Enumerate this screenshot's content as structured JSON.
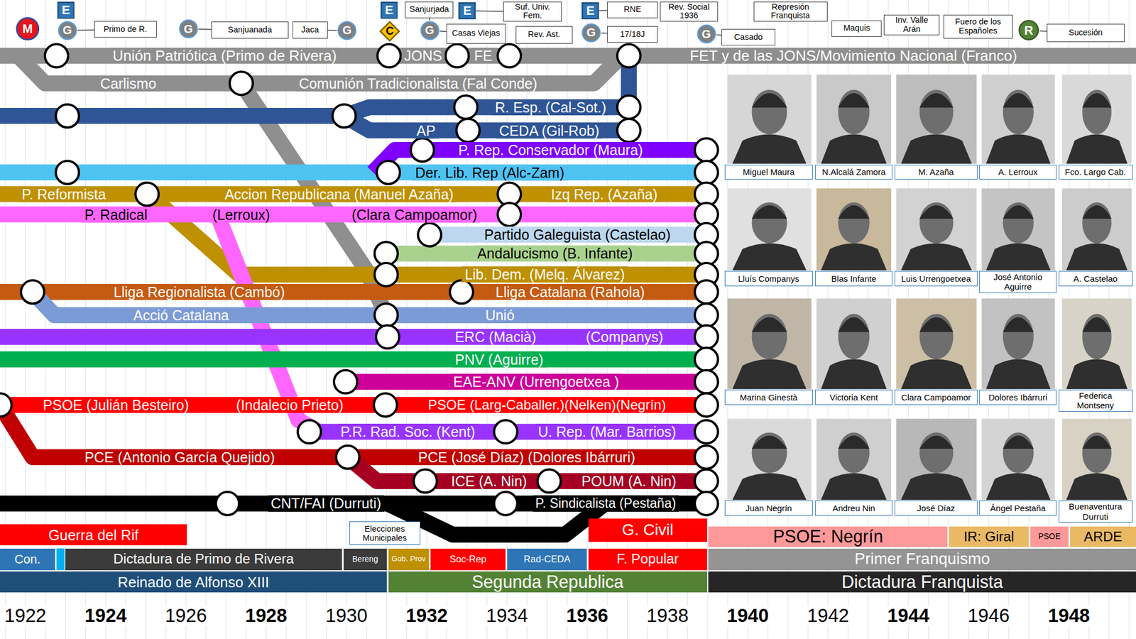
{
  "diagram": {
    "nodes": [
      {
        "text": [
          "M"
        ]
      },
      {
        "text": [
          "E"
        ]
      },
      {
        "text": [
          "G"
        ]
      },
      {
        "text": [
          "Primo de R."
        ]
      },
      {
        "text": [
          "G"
        ]
      },
      {
        "text": [
          "Sanjuanada"
        ]
      },
      {
        "text": [
          "Jaca"
        ]
      },
      {
        "text": [
          "G"
        ]
      },
      {
        "text": [
          "E"
        ]
      },
      {
        "text": [
          "C"
        ]
      },
      {
        "text": [
          "Sanjurjada"
        ]
      },
      {
        "text": [
          "G"
        ]
      },
      {
        "text": [
          "E"
        ]
      },
      {
        "text": [
          "Suf. Univ. Fem."
        ]
      },
      {
        "text": [
          "Casas Viejas"
        ]
      },
      {
        "text": [
          "Rev. Ast."
        ]
      },
      {
        "text": [
          "E"
        ]
      },
      {
        "text": [
          "G"
        ]
      },
      {
        "text": [
          "RNE"
        ]
      },
      {
        "text": [
          "17/18J"
        ]
      },
      {
        "text": [
          "Rev. Social 1936"
        ]
      },
      {
        "text": [
          "G"
        ]
      },
      {
        "text": [
          "Casado"
        ]
      },
      {
        "text": [
          "Represión Franquista"
        ]
      },
      {
        "text": [
          "Maquis"
        ]
      },
      {
        "text": [
          "Inv. Valle Arán"
        ]
      },
      {
        "text": [
          "Fuero de los Españoles"
        ]
      },
      {
        "text": [
          "R"
        ]
      },
      {
        "text": [
          "Sucesión"
        ]
      },
      {
        "text": [
          "Unión Patriótica (Primo de Rivera)"
        ]
      },
      {
        "text": [
          "JONS"
        ]
      },
      {
        "text": [
          "FE"
        ]
      },
      {
        "text": [
          "FET y de las JONS/Movimiento Nacional (Franco)"
        ]
      },
      {
        "text": [
          "Carlismo"
        ]
      },
      {
        "text": [
          "Comunión Tradicionalista (Fal Conde)"
        ]
      },
      {
        "text": [
          "R. Esp. (Cal-Sot.)"
        ]
      },
      {
        "text": [
          "AP"
        ]
      },
      {
        "text": [
          "CEDA (Gil-Rob)"
        ]
      },
      {
        "text": [
          "P. Rep. Conservador (Maura)"
        ]
      },
      {
        "text": [
          "Der. Lib. Rep (Alc-Zam)"
        ]
      },
      {
        "text": [
          "P. Reformista"
        ]
      },
      {
        "text": [
          "Accion Republicana (Manuel Azaña)"
        ]
      },
      {
        "text": [
          "Izq Rep. (Azaña)"
        ]
      },
      {
        "text": [
          "P. Radical"
        ]
      },
      {
        "text": [
          "(Lerroux)"
        ]
      },
      {
        "text": [
          "(Clara Campoamor)"
        ]
      },
      {
        "text": [
          "Partido Galeguista (Castelao)"
        ]
      },
      {
        "text": [
          "Andalucismo (B. Infante)"
        ]
      },
      {
        "text": [
          "Lib. Dem. (Melq. Álvarez)"
        ]
      },
      {
        "text": [
          "Lliga Regionalista (Cambó)"
        ]
      },
      {
        "text": [
          "Lliga Catalana (Rahola)"
        ]
      },
      {
        "text": [
          "Acció Catalana"
        ]
      },
      {
        "text": [
          "Unió"
        ]
      },
      {
        "text": [
          "ERC (Macià)"
        ]
      },
      {
        "text": [
          "(Companys)"
        ]
      },
      {
        "text": [
          "PNV (Aguirre)"
        ]
      },
      {
        "text": [
          "EAE-ANV (Urrengoetxea )"
        ]
      },
      {
        "text": [
          "PSOE (Julián Besteiro)"
        ]
      },
      {
        "text": [
          "(Indalecio Prieto)"
        ]
      },
      {
        "text": [
          "PSOE (Larg-Caballer.)(Nelken)(Negrín)"
        ]
      },
      {
        "text": [
          "P.R. Rad. Soc. (Kent)"
        ]
      },
      {
        "text": [
          "U. Rep. (Mar. Barrios)"
        ]
      },
      {
        "text": [
          "PCE (Antonio García Quejido)"
        ]
      },
      {
        "text": [
          "PCE (José Díaz) (Dolores Ibárruri)"
        ]
      },
      {
        "text": [
          "ICE (A. Nin)"
        ]
      },
      {
        "text": [
          "POUM (A. Nin)"
        ]
      },
      {
        "text": [
          "CNT/FAI (Durruti)"
        ]
      },
      {
        "text": [
          "P. Sindicalista (Pestaña)"
        ]
      },
      {
        "text": [
          "Miguel Maura"
        ]
      },
      {
        "text": [
          "N.Alcalá Zamora"
        ]
      },
      {
        "text": [
          "M. Azaña"
        ]
      },
      {
        "text": [
          "A. Lerroux"
        ]
      },
      {
        "text": [
          "Fco. Largo Cab."
        ]
      },
      {
        "text": [
          "Lluís Companys"
        ]
      },
      {
        "text": [
          "Blas Infante"
        ]
      },
      {
        "text": [
          "Luis Urrengoetxea"
        ]
      },
      {
        "text": [
          "José Antonio Aguirre"
        ]
      },
      {
        "text": [
          "A. Castelao"
        ]
      },
      {
        "text": [
          "Marina Ginestà"
        ]
      },
      {
        "text": [
          "Victoria Kent"
        ]
      },
      {
        "text": [
          "Clara Campoamor"
        ]
      },
      {
        "text": [
          "Dolores Ibárruri"
        ]
      },
      {
        "text": [
          "Federica Montseny"
        ]
      },
      {
        "text": [
          "Juan Negrín"
        ]
      },
      {
        "text": [
          "Andreu Nin"
        ]
      },
      {
        "text": [
          "José Díaz"
        ]
      },
      {
        "text": [
          "Ángel Pestaña"
        ]
      },
      {
        "text": [
          "Buenaventura Durruti"
        ]
      },
      {
        "text": [
          "Guerra del Rif"
        ]
      },
      {
        "text": [
          "Elecciones Municipales"
        ]
      },
      {
        "text": [
          "G. Civil"
        ]
      },
      {
        "text": [
          "PSOE: Negrín"
        ]
      },
      {
        "text": [
          "IR: Giral"
        ]
      },
      {
        "text": [
          "PSOE"
        ]
      },
      {
        "text": [
          "ARDE"
        ]
      },
      {
        "text": [
          "Con."
        ]
      },
      {
        "text": [
          "Dictadura de Primo de Rivera"
        ]
      },
      {
        "text": [
          "Bereng"
        ]
      },
      {
        "text": [
          "Gob. Prov"
        ]
      },
      {
        "text": [
          "Soc-Rep"
        ]
      },
      {
        "text": [
          "Rad-CEDA"
        ]
      },
      {
        "text": [
          "F. Popular"
        ]
      },
      {
        "text": [
          "Primer Franquismo"
        ]
      },
      {
        "text": [
          "Reinado de Alfonso XIII"
        ]
      },
      {
        "text": [
          "Segunda Republica"
        ]
      },
      {
        "text": [
          "Dictadura Franquista"
        ]
      }
    ],
    "edges": [
      {
        "from": 2,
        "to": 3,
        "arrow": "none"
      },
      {
        "from": 4,
        "to": 5,
        "arrow": "none"
      },
      {
        "from": 7,
        "to": 6,
        "arrow": "none"
      },
      {
        "from": 11,
        "to": 10,
        "arrow": "none"
      },
      {
        "from": 11,
        "to": 14,
        "arrow": "none"
      },
      {
        "from": 12,
        "to": 13,
        "arrow": "none"
      },
      {
        "from": 16,
        "to": 18,
        "arrow": "none"
      },
      {
        "from": 17,
        "to": 19,
        "arrow": "none"
      },
      {
        "from": 21,
        "to": 22,
        "arrow": "none"
      },
      {
        "from": 27,
        "to": 28,
        "arrow": "none"
      }
    ],
    "labels": [
      "1922",
      "1924",
      "1926",
      "1928",
      "1930",
      "1932",
      "1934",
      "1936",
      "1938",
      "1940",
      "1942",
      "1944",
      "1946",
      "1948"
    ]
  }
}
